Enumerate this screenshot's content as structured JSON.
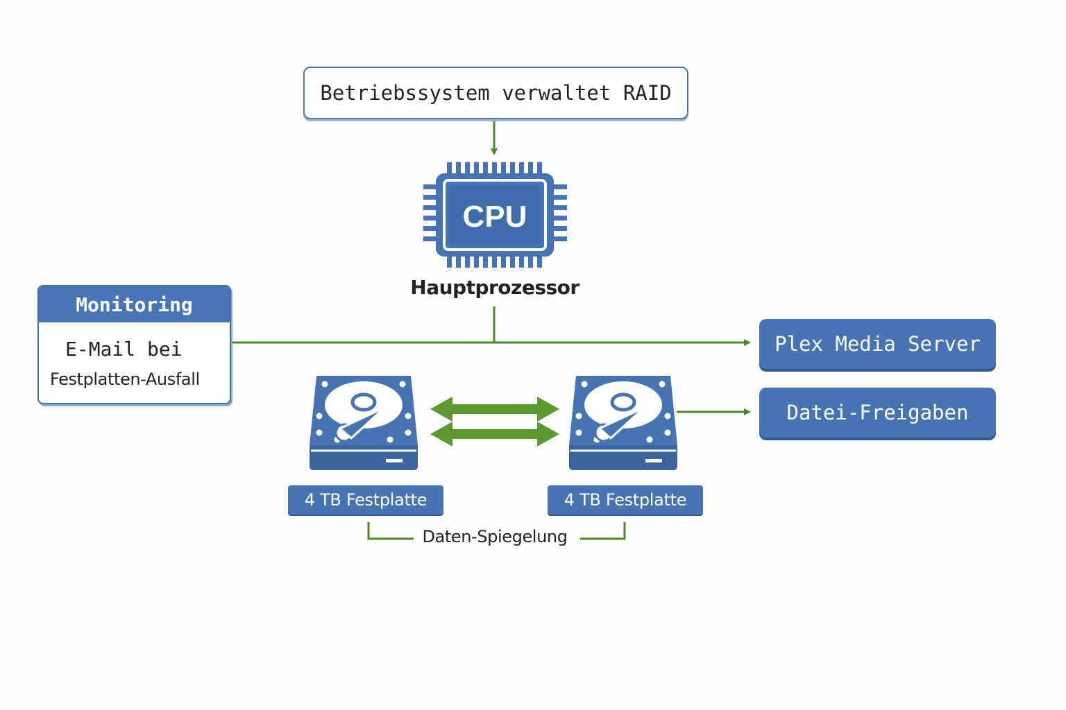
{
  "os_box": {
    "label": "Betriebssystem verwaltet RAID"
  },
  "cpu": {
    "chip_text": "CPU",
    "caption": "Hauptprozessor"
  },
  "monitoring": {
    "title": "Monitoring",
    "line1": "E-Mail bei",
    "line2": "Festplatten-Ausfall"
  },
  "services": {
    "plex": "Plex Media Server",
    "shares": "Datei-Freigaben"
  },
  "disks": [
    {
      "label": "4 TB Festplatte"
    },
    {
      "label": "4 TB Festplatte"
    }
  ],
  "mirror": {
    "caption": "Daten-Spiegelung"
  },
  "colors": {
    "primary_blue": "#4674b2",
    "dark_blue": "#2f5b93",
    "connector_green": "#4a8a2c",
    "mirror_arrow_green": "#5b9a30"
  },
  "icons": [
    "cpu-chip-icon",
    "hard-disk-icon"
  ]
}
